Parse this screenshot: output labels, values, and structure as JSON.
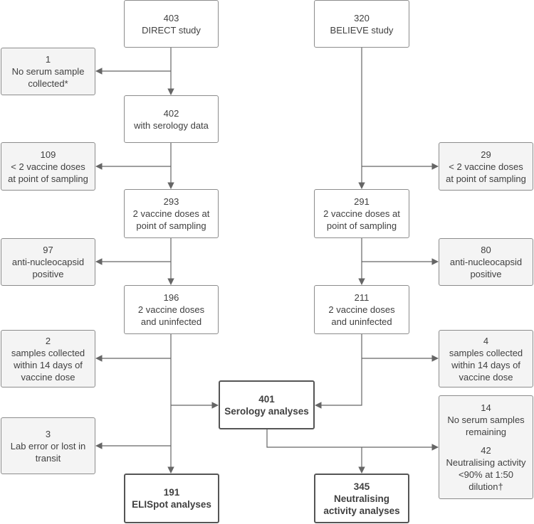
{
  "boxes": {
    "direct": {
      "count": "403",
      "label": "DIRECT study"
    },
    "believe": {
      "count": "320",
      "label": "BELIEVE study"
    },
    "no_serum": {
      "count": "1",
      "line1": "No serum sample",
      "line2": "collected*"
    },
    "serology_data": {
      "count": "402",
      "label": "with serology data"
    },
    "direct_lt2": {
      "count": "109",
      "line1": "< 2 vaccine doses",
      "line2": "at point of sampling"
    },
    "believe_lt2": {
      "count": "29",
      "line1": "< 2 vaccine doses",
      "line2": "at point of sampling"
    },
    "direct_2doses": {
      "count": "293",
      "line1": "2 vaccine doses at",
      "line2": "point of sampling"
    },
    "believe_2doses": {
      "count": "291",
      "line1": "2 vaccine doses at",
      "line2": "point of sampling"
    },
    "direct_anti_n": {
      "count": "97",
      "line1": "anti-nucleocapsid",
      "line2": "positive"
    },
    "believe_anti_n": {
      "count": "80",
      "line1": "anti-nucleocapsid",
      "line2": "positive"
    },
    "direct_uninfected": {
      "count": "196",
      "line1": "2 vaccine doses",
      "line2": "and uninfected"
    },
    "believe_uninfected": {
      "count": "211",
      "line1": "2 vaccine doses",
      "line2": "and uninfected"
    },
    "direct_14days": {
      "count": "2",
      "line1": "samples collected",
      "line2": "within 14 days of",
      "line3": "vaccine dose"
    },
    "believe_14days": {
      "count": "4",
      "line1": "samples collected",
      "line2": "within 14 days of",
      "line3": "vaccine dose"
    },
    "serology": {
      "count": "401",
      "label": "Serology analyses"
    },
    "lab_error": {
      "count": "3",
      "line1": "Lab error or lost in",
      "line2": "transit"
    },
    "excluded_neut": {
      "count1": "14",
      "line1": "No serum samples",
      "line2": "remaining",
      "count2": "42",
      "line3": "Neutralising activity",
      "line4": "<90% at 1:50",
      "line5": "dilution†"
    },
    "elispot": {
      "count": "191",
      "label": "ELISpot analyses"
    },
    "neutralising": {
      "count": "345",
      "line1": "Neutralising",
      "line2": "activity analyses"
    }
  }
}
